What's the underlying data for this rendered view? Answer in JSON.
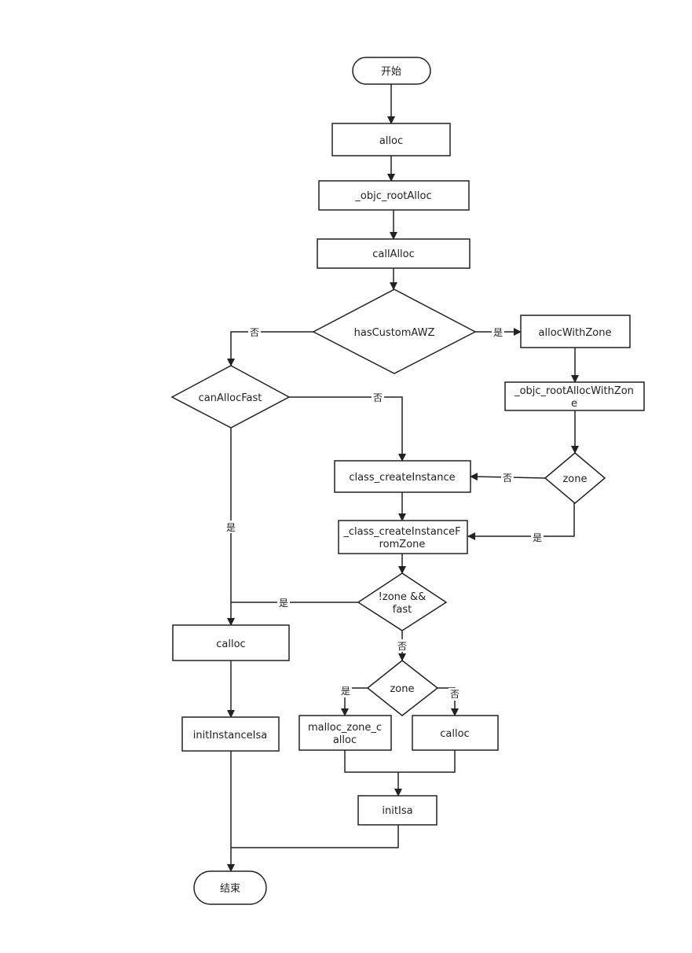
{
  "nodes": {
    "start": "开始",
    "alloc": "alloc",
    "objc_rootAlloc": "_objc_rootAlloc",
    "callAlloc": "callAlloc",
    "hasCustomAWZ": "hasCustomAWZ",
    "allocWithZone": "allocWithZone",
    "objc_rootAllocWithZone": [
      "_objc_rootAllocWithZon",
      "e"
    ],
    "canAllocFast": "canAllocFast",
    "class_createInstance": "class_createInstance",
    "zone1": "zone",
    "class_createInstanceFromZone": [
      "_class_createInstanceF",
      "romZone"
    ],
    "notZoneFast": [
      "!zone  &&",
      "fast"
    ],
    "calloc1": "calloc",
    "zone2": "zone",
    "malloc_zone_calloc": [
      "malloc_zone_c",
      "alloc"
    ],
    "calloc2": "calloc",
    "initInstanceIsa": "initInstanceIsa",
    "initIsa": "initIsa",
    "end": "结束"
  },
  "edge_labels": {
    "awz_no": "否",
    "awz_yes": "是",
    "fast_no": "否",
    "fast_yes": "是",
    "zone1_no": "否",
    "zone1_yes": "是",
    "nzf_yes": "是",
    "nzf_no": "否",
    "zone2_yes": "是",
    "zone2_no": "否"
  }
}
